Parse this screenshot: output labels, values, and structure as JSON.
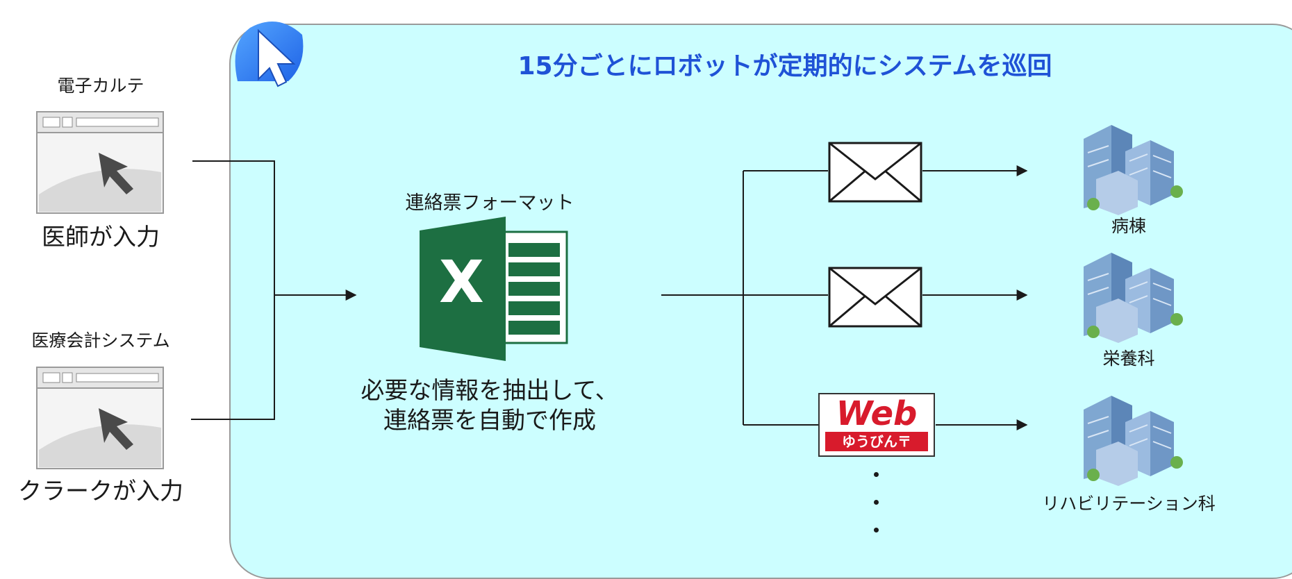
{
  "title": "15分ごとにロボットが定期的にシステムを巡回",
  "inputs": [
    {
      "system": "電子カルテ",
      "action": "医師が入力"
    },
    {
      "system": "医療会計システム",
      "action": "クラークが入力"
    }
  ],
  "center": {
    "format_label": "連絡票フォーマット",
    "excel_letter": "X",
    "desc_line1": "必要な情報を抽出して、",
    "desc_line2": "連絡票を自動で作成"
  },
  "web_logo": {
    "main": "Web",
    "sub": "ゆうびん〒"
  },
  "destinations": [
    {
      "name": "病棟"
    },
    {
      "name": "栄養科"
    },
    {
      "name": "リハビリテーション科"
    }
  ],
  "colors": {
    "panel": "#ccfeff",
    "title": "#1f52d6",
    "excel": "#1d6f42",
    "web_red": "#d81b2c"
  }
}
